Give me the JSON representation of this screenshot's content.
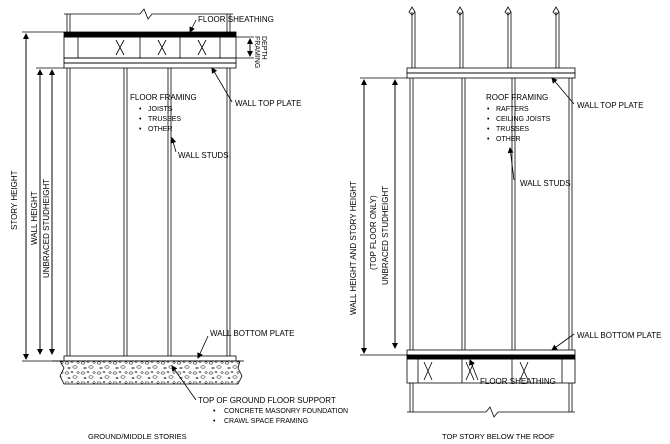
{
  "left": {
    "caption": "GROUND/MIDDLE STORIES",
    "floor_sheathing": "FLOOR SHEATHING",
    "framing_depth_1": "FRAMING",
    "framing_depth_2": "DEPTH",
    "floor_framing": "FLOOR FRAMING",
    "floor_framing_items": [
      "JOISTS",
      "TRUSSES",
      "OTHER"
    ],
    "wall_top_plate": "WALL TOP PLATE",
    "wall_studs": "WALL STUDS",
    "wall_bottom_plate": "WALL BOTTOM PLATE",
    "ground_support": "TOP OF GROUND FLOOR SUPPORT",
    "ground_support_items": [
      "CONCRETE MASONRY FOUNDATION",
      "CRAWL SPACE FRAMING"
    ],
    "story_height": "STORY HEIGHT",
    "wall_height": "WALL HEIGHT",
    "unbraced_stud_height": "UNBRACED STUDHEIGHT"
  },
  "right": {
    "caption": "TOP STORY BELOW THE ROOF",
    "roof_framing": "ROOF FRAMING",
    "roof_framing_items": [
      "RAFTERS",
      "CEILING JOISTS",
      "TRUSSES",
      "OTHER"
    ],
    "wall_top_plate": "WALL TOP PLATE",
    "wall_studs": "WALL STUDS",
    "wall_bottom_plate": "WALL BOTTOM PLATE",
    "floor_sheathing": "FLOOR SHEATHING",
    "wall_story_height_1": "WALL HEIGHT AND STORY HEIGHT",
    "wall_story_height_2": "(TOP FLOOR ONLY)",
    "unbraced_stud_height": "UNBRACED STUDHEIGHT"
  }
}
